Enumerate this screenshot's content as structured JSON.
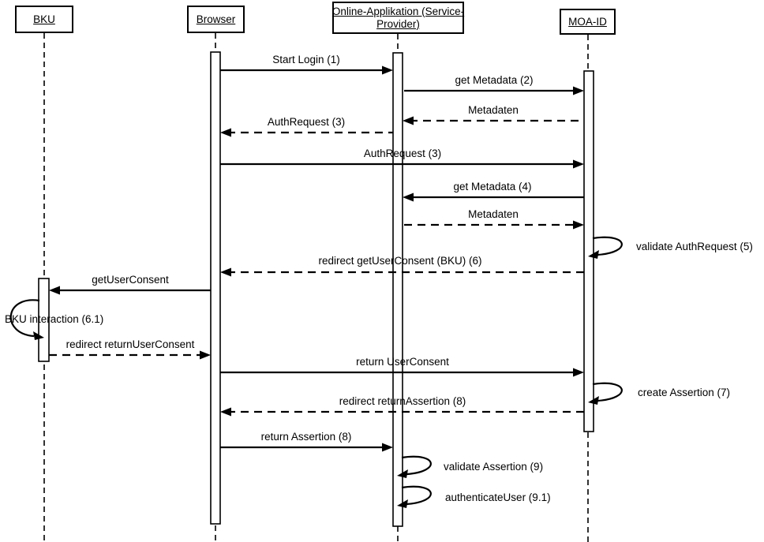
{
  "diagram": {
    "type": "uml-sequence",
    "colors": {
      "line": "#000000",
      "background": "#ffffff",
      "text": "#000000"
    },
    "participants": [
      {
        "id": "bku",
        "lines": [
          "BKU"
        ]
      },
      {
        "id": "browser",
        "lines": [
          "Browser"
        ]
      },
      {
        "id": "online-app",
        "lines": [
          "Online-Applikation (Service-",
          "Provider)"
        ]
      },
      {
        "id": "moa-id",
        "lines": [
          "MOA-ID"
        ]
      }
    ],
    "messages": [
      {
        "n": 1,
        "label": "Start Login (1)",
        "from": "browser",
        "to": "online-app",
        "line": "solid"
      },
      {
        "n": 2,
        "label": "get Metadata (2)",
        "from": "online-app",
        "to": "moa-id",
        "line": "solid"
      },
      {
        "n": 3,
        "label": "Metadaten",
        "from": "moa-id",
        "to": "online-app",
        "line": "dashed"
      },
      {
        "n": 4,
        "label": "AuthRequest (3)",
        "from": "online-app",
        "to": "browser",
        "line": "dashed"
      },
      {
        "n": 5,
        "label": "AuthRequest (3)",
        "from": "browser",
        "to": "moa-id",
        "line": "solid"
      },
      {
        "n": 6,
        "label": "get Metadata (4)",
        "from": "moa-id",
        "to": "online-app",
        "line": "solid"
      },
      {
        "n": 7,
        "label": "Metadaten",
        "from": "online-app",
        "to": "moa-id",
        "line": "dashed"
      },
      {
        "n": 8,
        "label": "validate AuthRequest (5)",
        "from": "moa-id",
        "to": "moa-id",
        "line": "self"
      },
      {
        "n": 9,
        "label": "redirect getUserConsent (BKU) (6)",
        "from": "moa-id",
        "to": "browser",
        "line": "dashed"
      },
      {
        "n": 10,
        "label": "getUserConsent",
        "from": "browser",
        "to": "bku",
        "line": "solid"
      },
      {
        "n": 11,
        "label": "BKU interaction (6.1)",
        "from": "bku",
        "to": "bku",
        "line": "self"
      },
      {
        "n": 12,
        "label": "redirect returnUserConsent",
        "from": "bku",
        "to": "browser",
        "line": "dashed"
      },
      {
        "n": 13,
        "label": "return UserConsent",
        "from": "browser",
        "to": "moa-id",
        "line": "solid"
      },
      {
        "n": 14,
        "label": "create Assertion (7)",
        "from": "moa-id",
        "to": "moa-id",
        "line": "self"
      },
      {
        "n": 15,
        "label": "redirect returnAssertion (8)",
        "from": "moa-id",
        "to": "browser",
        "line": "dashed"
      },
      {
        "n": 16,
        "label": "return Assertion (8)",
        "from": "browser",
        "to": "online-app",
        "line": "solid"
      },
      {
        "n": 17,
        "label": "validate Assertion (9)",
        "from": "online-app",
        "to": "online-app",
        "line": "self"
      },
      {
        "n": 18,
        "label": "authenticateUser (9.1)",
        "from": "online-app",
        "to": "online-app",
        "line": "self"
      }
    ]
  }
}
